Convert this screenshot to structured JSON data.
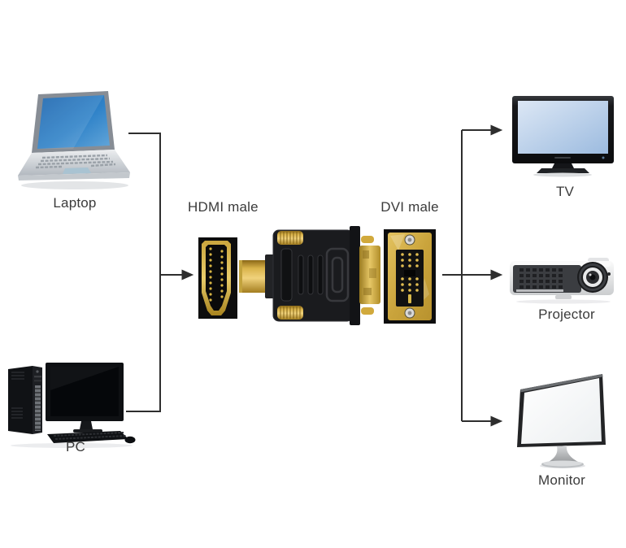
{
  "diagram": {
    "figures": [
      {
        "name": "laptop-illustration",
        "label": "Laptop"
      },
      {
        "name": "pc-illustration",
        "label": "PC"
      },
      {
        "name": "hdmi-male-connector",
        "label": "HDMI male"
      },
      {
        "name": "dvi-male-connector",
        "label": "DVI male"
      },
      {
        "name": "tv-illustration",
        "label": "TV"
      },
      {
        "name": "projector-illustration",
        "label": "Projector"
      },
      {
        "name": "monitor-illustration",
        "label": "Monitor"
      }
    ],
    "connections": [
      {
        "from": "Laptop",
        "to": "HDMI male adapter"
      },
      {
        "from": "PC",
        "to": "HDMI male adapter"
      },
      {
        "from": "DVI male",
        "to": "TV"
      },
      {
        "from": "DVI male",
        "to": "Projector"
      },
      {
        "from": "DVI male",
        "to": "Monitor"
      }
    ],
    "colors": {
      "background": "#ffffff",
      "connector_line": "#2e2e2e",
      "label_text": "#3b3b3b",
      "adapter_gold": "#d9b34a",
      "adapter_body": "#1a1b1e",
      "laptop_screen_blue": "#2f82c8",
      "tv_screen_blue": "#bcd2ec"
    }
  }
}
